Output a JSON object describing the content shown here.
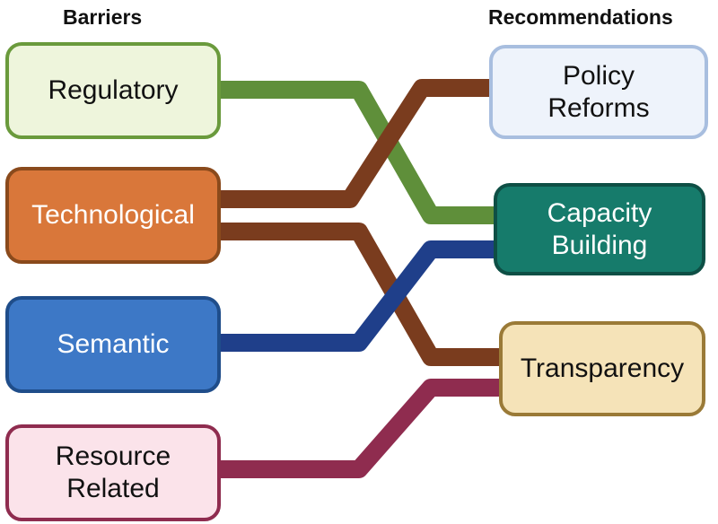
{
  "headers": {
    "barriers": "Barriers",
    "recommendations": "Recommendations"
  },
  "barriers": [
    {
      "id": "regulatory",
      "label": "Regulatory",
      "fill": "#eef5dc",
      "border": "#6a9a3c",
      "text": "#111111"
    },
    {
      "id": "technological",
      "label": "Technological",
      "fill": "#d9773a",
      "border": "#8a4a1c",
      "text": "#ffffff"
    },
    {
      "id": "semantic",
      "label": "Semantic",
      "fill": "#3d78c6",
      "border": "#1f4d8a",
      "text": "#ffffff"
    },
    {
      "id": "resource",
      "label": "Resource\nRelated",
      "fill": "#fbe3ea",
      "border": "#8f2c4f",
      "text": "#111111"
    }
  ],
  "recommendations": [
    {
      "id": "policy",
      "label": "Policy\nReforms",
      "fill": "#eef3fb",
      "border": "#a8bedf",
      "text": "#111111"
    },
    {
      "id": "capacity",
      "label": "Capacity\nBuilding",
      "fill": "#167b6b",
      "border": "#0e4f45",
      "text": "#ffffff"
    },
    {
      "id": "transparency",
      "label": "Transparency",
      "fill": "#f5e3b8",
      "border": "#9a7a37",
      "text": "#111111"
    }
  ],
  "links": [
    {
      "from": "regulatory",
      "to": "capacity",
      "color": "#5f8f3a"
    },
    {
      "from": "technological",
      "to": "policy",
      "color": "#7a3c1e"
    },
    {
      "from": "technological",
      "to": "transparency",
      "color": "#7a3c1e"
    },
    {
      "from": "semantic",
      "to": "capacity",
      "color": "#1f3f8a"
    },
    {
      "from": "resource",
      "to": "transparency",
      "color": "#8f2c4f"
    }
  ]
}
